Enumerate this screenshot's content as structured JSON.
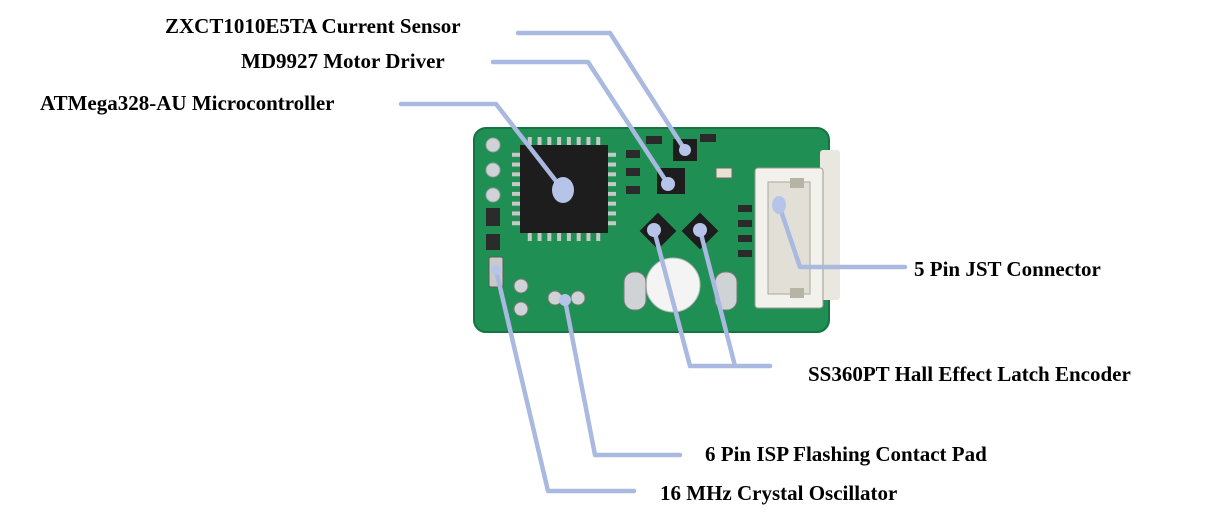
{
  "colors": {
    "pcb_green": "#1f8f54",
    "pcb_dark": "#167342",
    "chip_black": "#1d1d1d",
    "leader_line": "#a9b9df",
    "marker_dot": "#b5c4e8",
    "pad_silver": "#cfd3d6",
    "connector_white": "#f2f1ec"
  },
  "callouts": {
    "current_sensor": "ZXCT1010E5TA Current Sensor",
    "motor_driver": "MD9927 Motor Driver",
    "microcontroller": "ATMega328-AU Microcontroller",
    "jst_connector": "5 Pin JST Connector",
    "hall_encoder": "SS360PT Hall Effect Latch Encoder",
    "isp_pad": "6 Pin ISP Flashing Contact Pad",
    "crystal": "16 MHz Crystal Oscillator"
  }
}
